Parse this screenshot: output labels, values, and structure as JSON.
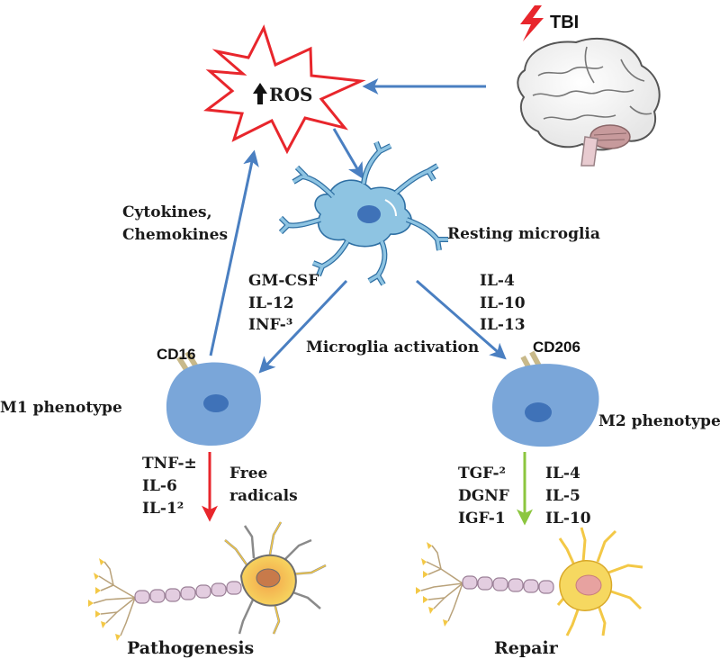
{
  "labels": {
    "tbi": "TBI",
    "ros": "ROS",
    "cytokines_line1": "Cytokines,",
    "cytokines_line2": "Chemokines",
    "resting_microglia": "Resting microglia",
    "m1_factors": [
      "GM-CSF",
      "IL-12",
      "INF-³"
    ],
    "m2_factors": [
      "IL-4",
      "IL-10",
      "IL-13"
    ],
    "microglia_activation": "Microglia activation",
    "cd16": "CD16",
    "cd206": "CD206",
    "m1_phenotype": "M1  phenotype",
    "m2_phenotype": "M2 phenotype",
    "m1_outputs": [
      "TNF-±",
      "IL-6",
      "IL-1²"
    ],
    "free_radicals_line1": "Free",
    "free_radicals_line2": "radicals",
    "m2_outputs_left": [
      "TGF-²",
      "DGNF",
      "IGF-1"
    ],
    "m2_outputs_right": [
      "IL-4",
      "IL-5",
      "IL-10"
    ],
    "pathogenesis": "Pathogenesis",
    "repair": "Repair"
  },
  "colors": {
    "arrow_blue": "#4a7fc1",
    "arrow_red": "#e8262c",
    "arrow_green": "#8cc63f",
    "burst_outline": "#e8262c",
    "cell_fill": "#7aa6d9",
    "nucleus_fill": "#3f72b8",
    "microglia_fill": "#8ec4e2",
    "receptor": "#c8b98a",
    "neuron_body": "#f6d860",
    "myelin": "#e3cde0"
  },
  "icons": [
    "lightning-icon",
    "up-arrow-icon",
    "brain-icon",
    "microglia-icon",
    "m1-cell-icon",
    "m2-cell-icon",
    "neuron-damaged-icon",
    "neuron-healthy-icon"
  ]
}
